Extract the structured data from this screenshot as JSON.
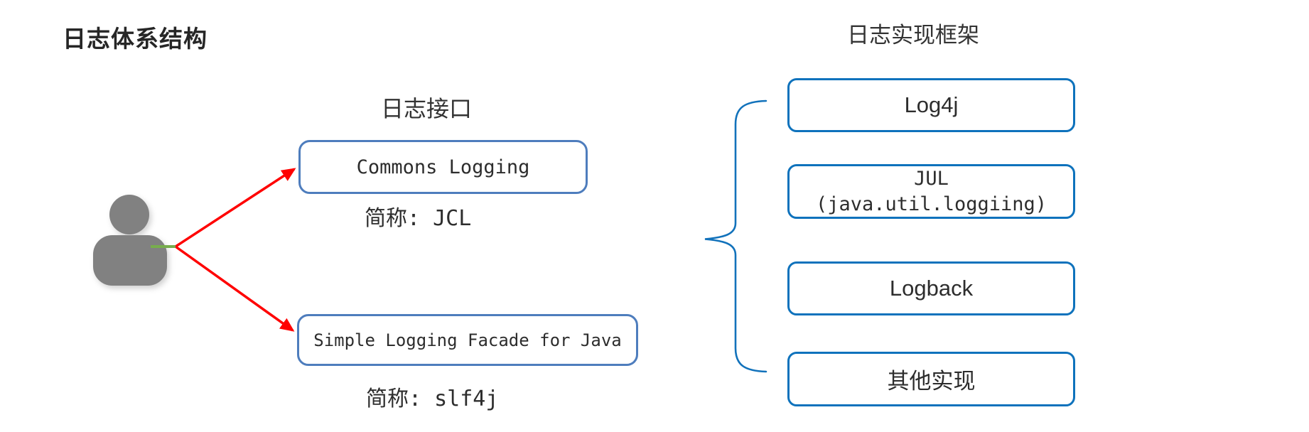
{
  "page": {
    "title": "日志体系结构"
  },
  "interfaces": {
    "label": "日志接口",
    "items": [
      {
        "name": "Commons Logging",
        "abbr": "简称: JCL"
      },
      {
        "name": "Simple Logging Facade for Java",
        "abbr": "简称: slf4j"
      }
    ]
  },
  "implementations": {
    "label": "日志实现框架",
    "items": [
      {
        "lines": [
          "Log4j"
        ]
      },
      {
        "lines": [
          "JUL",
          "(java.util.loggiing)"
        ]
      },
      {
        "lines": [
          "Logback"
        ]
      },
      {
        "lines": [
          "其他实现"
        ]
      }
    ]
  },
  "icons": {
    "user": "user-icon",
    "arrows": "red-arrow-icons",
    "brace": "curly-brace-icon"
  },
  "colors": {
    "interface_box_border": "#4e7dbd",
    "impl_box_border": "#0e72bc",
    "brace": "#1272bb",
    "arrow": "#ff0000",
    "connector_line": "#77ad4d",
    "user_icon": "#818181",
    "text": "#2d2d2d"
  }
}
